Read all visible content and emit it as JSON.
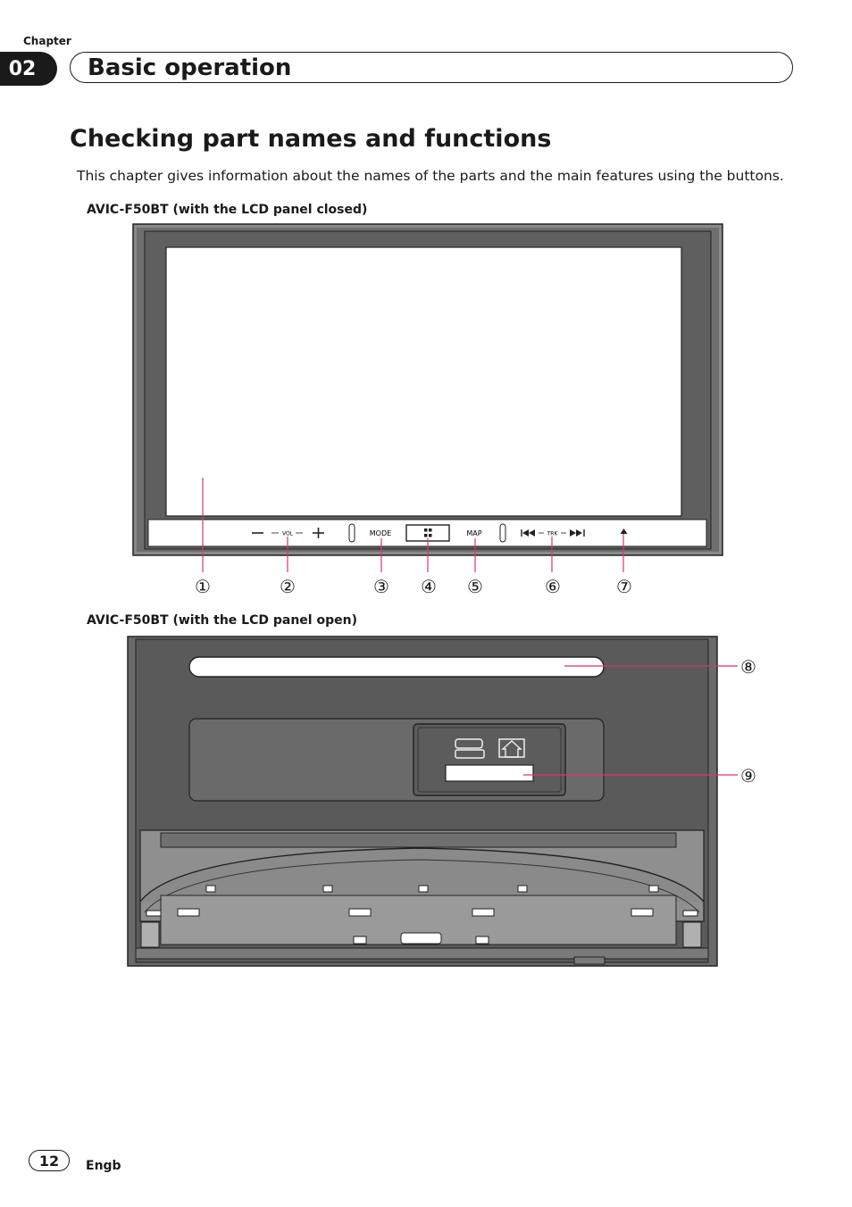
{
  "header": {
    "chapter_label": "Chapter",
    "chapter_number": "02",
    "chapter_title": "Basic operation"
  },
  "main": {
    "title": "Checking part names and functions",
    "intro": "This chapter gives information about the names of the parts and the main features using the buttons."
  },
  "figure_closed": {
    "caption": "AVIC-F50BT (with the LCD panel closed)",
    "button_labels": {
      "vol": "VOL",
      "mode": "MODE",
      "map": "MAP",
      "trk": "TRK"
    },
    "callouts": [
      "①",
      "②",
      "③",
      "④",
      "⑤",
      "⑥",
      "⑦"
    ]
  },
  "figure_open": {
    "caption": "AVIC-F50BT (with the LCD panel open)",
    "callouts": [
      "⑧",
      "⑨"
    ]
  },
  "footer": {
    "page_number": "12",
    "language": "Engb"
  }
}
